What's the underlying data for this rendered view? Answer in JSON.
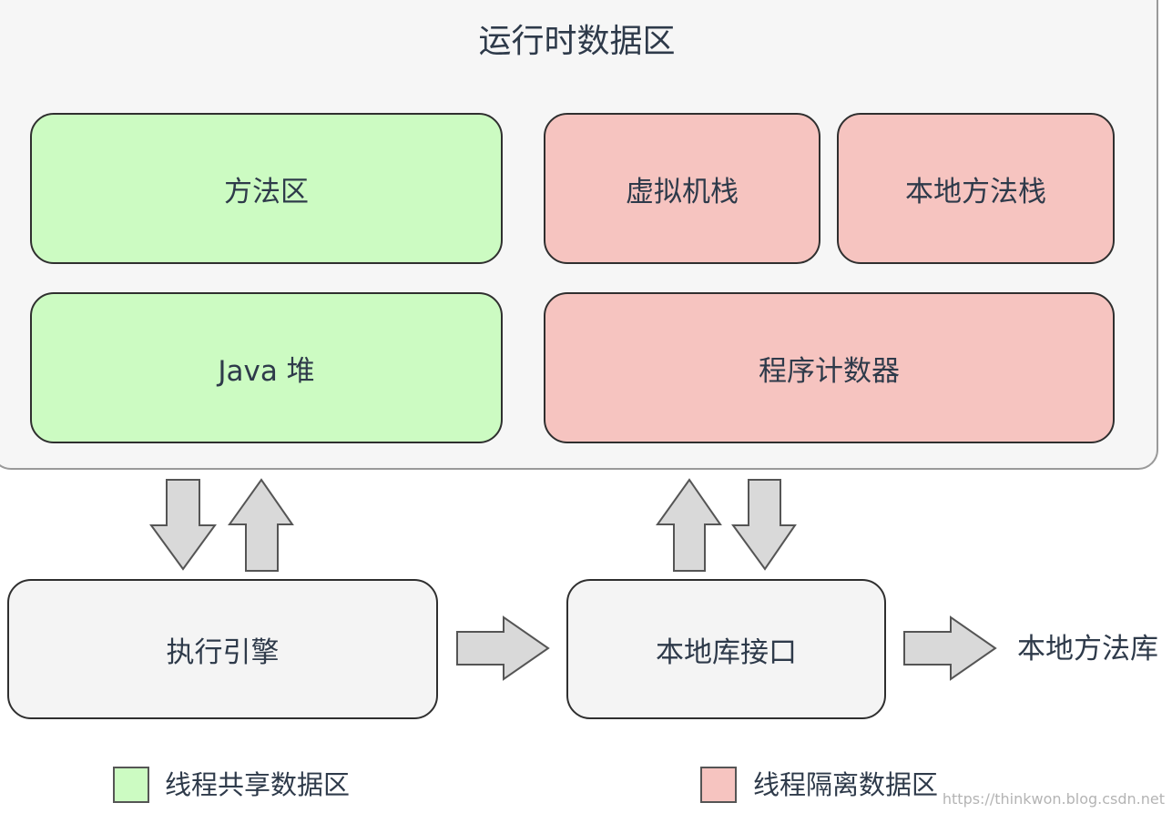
{
  "runtime_area": {
    "title": "运行时数据区"
  },
  "method_area": {
    "label": "方法区"
  },
  "java_heap": {
    "label": "Java 堆"
  },
  "vm_stack": {
    "label": "虚拟机栈"
  },
  "native_method_stack": {
    "label": "本地方法栈"
  },
  "program_counter": {
    "label": "程序计数器"
  },
  "execution_engine": {
    "label": "执行引擎"
  },
  "native_interface": {
    "label": "本地库接口"
  },
  "native_library": {
    "label": "本地方法库"
  },
  "legend": {
    "shared": {
      "label": "线程共享数据区",
      "color": "#ccfbc2"
    },
    "isolated": {
      "label": "线程隔离数据区",
      "color": "#f6c4c0"
    }
  },
  "watermark": "https://thinkwon.blog.csdn.net",
  "colors": {
    "shared": "#ccfbc2",
    "isolated": "#f6c4c0",
    "arrow_fill": "#d9d9d9",
    "arrow_stroke": "#555555"
  }
}
